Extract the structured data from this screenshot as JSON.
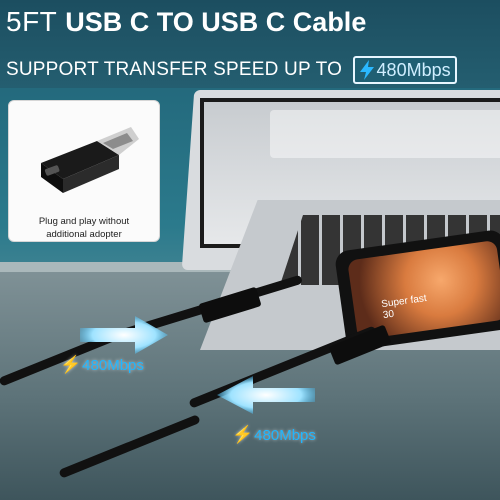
{
  "headline": {
    "length": "5FT",
    "product": "USB C TO USB C Cable",
    "subtitle": "SUPPORT TRANSFER SPEED UP TO",
    "speed_badge": "480Mbps"
  },
  "inset": {
    "caption_line1": "Plug and play without",
    "caption_line2": "additional adopter"
  },
  "callouts": {
    "upper_speed": "480Mbps",
    "lower_speed": "480Mbps"
  },
  "phone": {
    "screen_text_line1": "Super fast",
    "screen_text_line2": "30"
  },
  "colors": {
    "accent_blue": "#1fb6ff",
    "headline_bg": "#1c4e60",
    "cable": "#111111"
  },
  "icons": [
    "lightning-bolt-icon",
    "usb-a-to-c-adapter-icon",
    "arrow-right-icon",
    "arrow-left-icon"
  ]
}
